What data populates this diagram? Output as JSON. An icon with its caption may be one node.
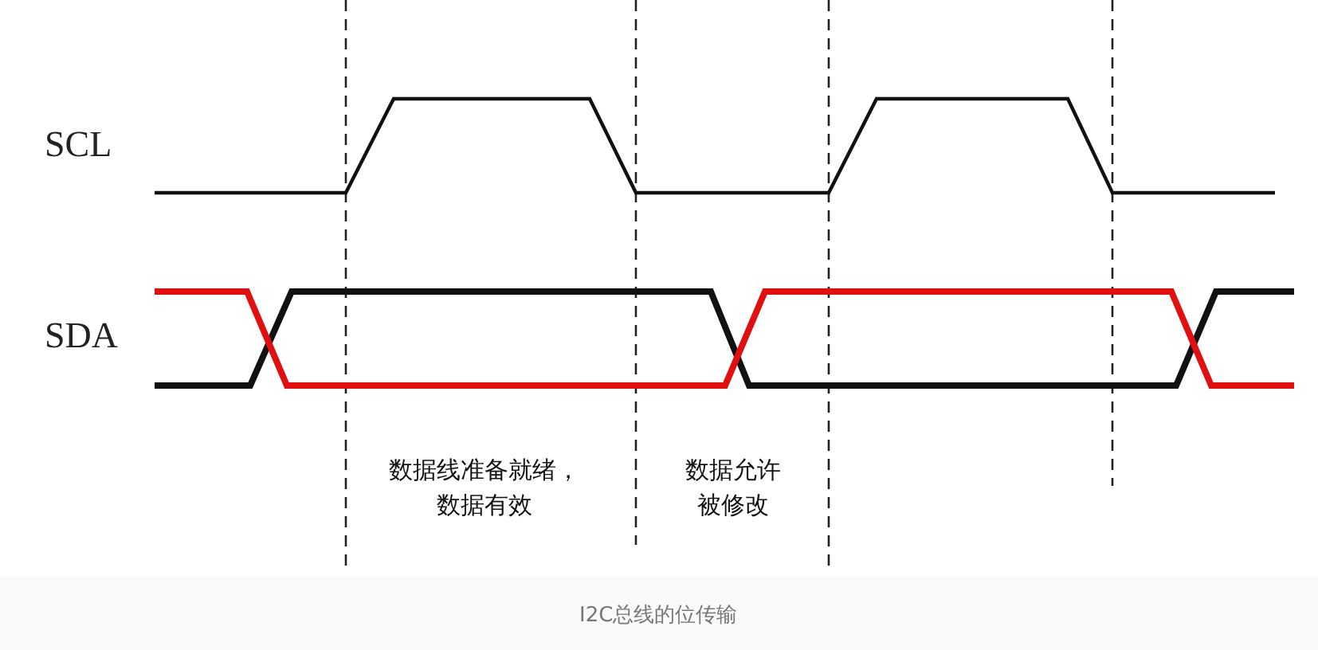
{
  "diagram": {
    "caption": "I2C总线的位传输",
    "labels": [
      "SCL",
      "SDA",
      "数据线准备就绪，数据有效",
      "数据允许被修改"
    ]
  }
}
